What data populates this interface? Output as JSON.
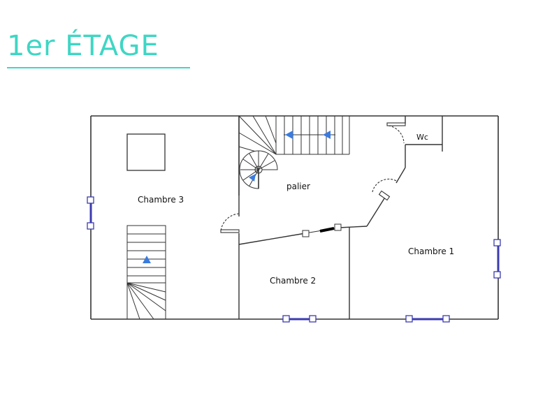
{
  "header": {
    "title": "1er ÉTAGE",
    "accent_color": "#3fd6c4"
  },
  "plan": {
    "wall_color": "#333333",
    "window_color": "#3b3bb0",
    "arrow_color": "#3a7be0",
    "rooms": {
      "chambre3": "Chambre 3",
      "palier": "palier",
      "wc": "Wc",
      "chambre1": "Chambre 1",
      "chambre2": "Chambre 2"
    }
  }
}
